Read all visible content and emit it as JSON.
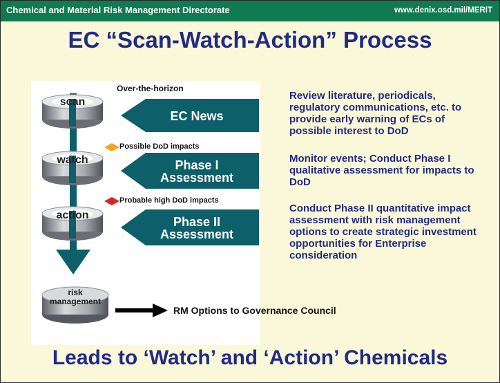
{
  "header": {
    "left_text": "Chemical and Material Risk Management Directorate",
    "right_text": "www.denix.osd.mil/MERIT"
  },
  "title": "EC “Scan-Watch-Action” Process",
  "diagram": {
    "top_label": "Over-the-horizon",
    "stages": [
      {
        "label": "scan",
        "banner": "EC News"
      },
      {
        "label": "watch",
        "banner_line1": "Phase I",
        "banner_line2": "Assessment"
      },
      {
        "label": "action",
        "banner_line1": "Phase II",
        "banner_line2": "Assessment"
      }
    ],
    "impacts": [
      {
        "text": "Possible DoD impacts",
        "color": "#f0a51d"
      },
      {
        "text": "Probable high DoD impacts",
        "color": "#d8232a"
      }
    ],
    "final": {
      "line1": "risk",
      "line2": "management"
    },
    "rm_text": "RM Options to Governance Council"
  },
  "descriptions": [
    "Review literature, periodicals, regulatory communications, etc. to provide early warning of ECs of possible interest to DoD",
    "Monitor events; Conduct Phase I qualitative assessment for impacts to DoD",
    "Conduct Phase II quantitative impact assessment with risk management options to create strategic investment opportunities for Enterprise consideration"
  ],
  "footer": "Leads to ‘Watch’ and ‘Action’ Chemicals",
  "colors": {
    "header_bg": "#0f7a54",
    "title": "#1f2b86",
    "banner": "#0d5f6a",
    "slide_bg": "#fbf8d9"
  }
}
